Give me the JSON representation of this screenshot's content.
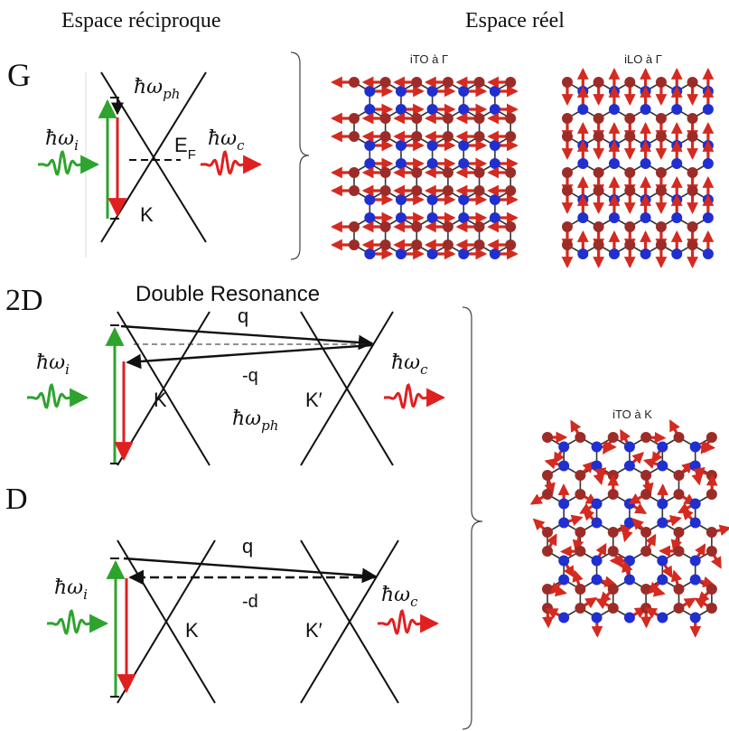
{
  "headers": {
    "reciprocal": "Espace réciproque",
    "real": "Espace réel"
  },
  "labels": {
    "G": "G",
    "twoD": "2D",
    "D": "D",
    "double_resonance": "Double Resonance",
    "K": "K",
    "K_prime": "K′",
    "E_F": "E",
    "E_F_sub": "F",
    "q": "q",
    "minus_q": "-q",
    "minus_d": "-d",
    "hbar_omega": "ħω",
    "sub_i": "i",
    "sub_c": "c",
    "sub_ph": "ph"
  },
  "lattice_titles": {
    "ito_gamma": "iTO à Γ",
    "ilo_gamma": "iLO à Γ",
    "ito_k": "iTO à K"
  },
  "colors": {
    "incident_wave": "#2ea32e",
    "scattered_wave": "#e02020",
    "atom_blue": "#1f2fd0",
    "atom_red": "#9c2c28",
    "arrow_red": "#d42a20",
    "bond": "#333333",
    "line": "#111111"
  }
}
